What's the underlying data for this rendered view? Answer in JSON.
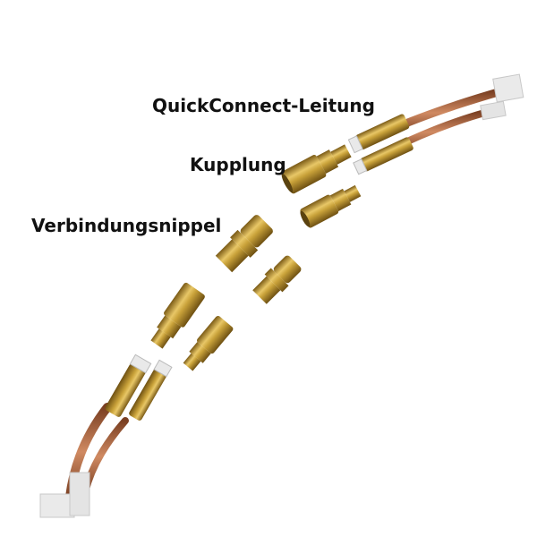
{
  "labels": {
    "quickconnect": "QuickConnect-Leitung",
    "kupplung": "Kupplung",
    "nippel": "Verbindungsnippel"
  },
  "colors": {
    "brass": "#c9a23a",
    "brass_dark": "#8a6a1e",
    "copper": "#b8714a",
    "cap": "#ececec",
    "text": "#111111"
  },
  "parts": [
    {
      "name": "QuickConnect-Leitung",
      "count": 2
    },
    {
      "name": "Kupplung",
      "count": 4
    },
    {
      "name": "Verbindungsnippel",
      "count": 2
    }
  ]
}
